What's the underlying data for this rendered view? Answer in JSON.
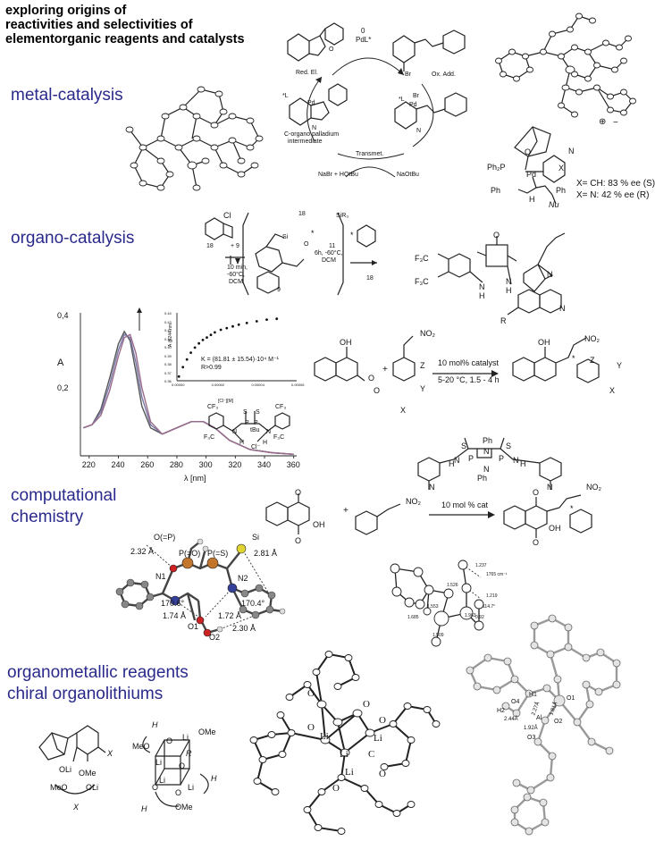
{
  "title": {
    "line1": "exploring origins of",
    "line2": "reactivities and selectivities of",
    "line3": "elementorganic reagents and catalysts"
  },
  "sections": {
    "metal": "metal-catalysis",
    "organo": "organo-catalysis",
    "comp_line1": "computational",
    "comp_line2": "chemistry",
    "orgmet_line1": "organometallic  reagents",
    "orgmet_line2": "chiral organolithiums"
  },
  "metal_cycle": {
    "pd0": "0",
    "pdl": "PdL*",
    "red_el": "Red. El.",
    "ox_add": "Ox. Add.",
    "transmet": "Transmet.",
    "intermediate_1": "C-organo palladium",
    "intermediate_2": "intermediate",
    "byproduct": "NaBr + HOtBu",
    "reagent": "NaOtBu",
    "ii_left": "*L",
    "ii_right": "*L",
    "pd": "Pd",
    "br": "Br",
    "n": "N",
    "o": "O"
  },
  "metal_ligand": {
    "ph2p": "Ph₂P",
    "pd": "Pd",
    "ph_left": "Ph",
    "ph_right": "Ph",
    "nu": "Nu",
    "h": "H",
    "x": "X",
    "o": "O",
    "n": "N",
    "result1": "X= CH: 83 % ee (S)",
    "result2": "X= N:   42 % ee (R)",
    "plus": "⊕",
    "minus": "−"
  },
  "organo_scheme": {
    "cl": "Cl",
    "cmpd_18": "18",
    "plus9": "+ 9",
    "cond1": "10 min,",
    "cond2": "-60°C,",
    "cond3": "DCM",
    "cmpd_9": "9",
    "cmpd_11": "11",
    "cond4": "6h, -60°C,",
    "cond5": "DCM",
    "sir3": "SiR₃",
    "star": "*",
    "o": "O",
    "si": "Si"
  },
  "squaramide": {
    "f3c_top": "F₃C",
    "f3c_bot": "F₃C",
    "nh_left": "N",
    "nh_left_h": "H",
    "nh_right": "N",
    "nh_right_h": "H",
    "n_quin": "N",
    "n_bicyc": "N",
    "r": "R",
    "o": "O"
  },
  "spectrum_chart": {
    "y_ticks": [
      "0,4",
      "0,2"
    ],
    "y_label": "A",
    "x_ticks": [
      "220",
      "240",
      "260",
      "280",
      "300",
      "320",
      "340",
      "360"
    ],
    "x_label": "λ [nm]",
    "inset_y_label": "A @244 nm",
    "inset_y_ticks": [
      "0.44",
      "0.43",
      "0.42",
      "0.41",
      "0.40",
      "0.39",
      "0.38",
      "0.37",
      "0.36"
    ],
    "inset_x_ticks": [
      "0.00000",
      "0.00002",
      "0.00004",
      "0.00006"
    ],
    "inset_x_label": "[Cl⁻][M]",
    "fit_equation": "K = (81.81 ± 15.54)·10⁴ M⁻¹",
    "r_value": "R>0.99"
  },
  "chart_data": {
    "type": "line",
    "x_range": [
      214,
      362
    ],
    "y_range": [
      0,
      0.46
    ],
    "xlabel": "λ [nm]",
    "ylabel": "A",
    "series": [
      {
        "values": [
          [
            216,
            0.09
          ],
          [
            222,
            0.1
          ],
          [
            228,
            0.15
          ],
          [
            234,
            0.25
          ],
          [
            240,
            0.36
          ],
          [
            244,
            0.4
          ],
          [
            248,
            0.37
          ],
          [
            252,
            0.27
          ],
          [
            256,
            0.16
          ],
          [
            262,
            0.09
          ],
          [
            270,
            0.07
          ],
          [
            280,
            0.09
          ],
          [
            290,
            0.11
          ],
          [
            298,
            0.11
          ],
          [
            306,
            0.09
          ],
          [
            316,
            0.05
          ],
          [
            330,
            0.02
          ],
          [
            345,
            0.01
          ],
          [
            360,
            0.005
          ]
        ]
      },
      {
        "values": [
          [
            216,
            0.09
          ],
          [
            222,
            0.1
          ],
          [
            228,
            0.14
          ],
          [
            234,
            0.23
          ],
          [
            240,
            0.34
          ],
          [
            244,
            0.39
          ],
          [
            248,
            0.38
          ],
          [
            252,
            0.3
          ],
          [
            256,
            0.19
          ],
          [
            262,
            0.1
          ],
          [
            270,
            0.07
          ],
          [
            280,
            0.09
          ],
          [
            290,
            0.11
          ],
          [
            298,
            0.11
          ],
          [
            306,
            0.09
          ],
          [
            316,
            0.05
          ],
          [
            330,
            0.02
          ],
          [
            345,
            0.01
          ],
          [
            360,
            0.005
          ]
        ]
      },
      {
        "values": [
          [
            216,
            0.09
          ],
          [
            222,
            0.1
          ],
          [
            228,
            0.13
          ],
          [
            234,
            0.21
          ],
          [
            240,
            0.32
          ],
          [
            244,
            0.38
          ],
          [
            248,
            0.39
          ],
          [
            252,
            0.33
          ],
          [
            256,
            0.22
          ],
          [
            262,
            0.11
          ],
          [
            270,
            0.07
          ],
          [
            280,
            0.09
          ],
          [
            290,
            0.11
          ],
          [
            298,
            0.11
          ],
          [
            306,
            0.09
          ],
          [
            316,
            0.05
          ],
          [
            330,
            0.02
          ],
          [
            345,
            0.01
          ],
          [
            360,
            0.005
          ]
        ]
      }
    ]
  },
  "inset_data": {
    "type": "scatter",
    "x_range": [
      0,
      6e-05
    ],
    "y_range": [
      0.36,
      0.44
    ],
    "points": [
      [
        1e-06,
        0.365
      ],
      [
        3e-06,
        0.376
      ],
      [
        5e-06,
        0.385
      ],
      [
        7e-06,
        0.393
      ],
      [
        9e-06,
        0.399
      ],
      [
        1.1e-05,
        0.404
      ],
      [
        1.3e-05,
        0.408
      ],
      [
        1.5e-05,
        0.411
      ],
      [
        1.7e-05,
        0.414
      ],
      [
        1.9e-05,
        0.417
      ],
      [
        2.2e-05,
        0.42
      ],
      [
        2.5e-05,
        0.422
      ],
      [
        2.8e-05,
        0.424
      ],
      [
        3.1e-05,
        0.426
      ],
      [
        3.5e-05,
        0.428
      ],
      [
        4e-05,
        0.43
      ],
      [
        4.5e-05,
        0.432
      ],
      [
        5e-05,
        0.433
      ]
    ]
  },
  "thiophos": {
    "cf3": "CF₃",
    "f3c": "F₃C",
    "p": "P",
    "s": "S",
    "n": "N",
    "h": "H",
    "tbu": "tBu",
    "cl": "Cl⁻"
  },
  "michael_reaction": {
    "oh": "OH",
    "no2": "NO₂",
    "plus": "+",
    "o1": "O",
    "o2": "O",
    "z": "Z",
    "y": "Y",
    "x": "X",
    "cond1": "10 mol% catalyst",
    "cond2": "5-20 °C, 1.5 - 4 h",
    "prod_oh": "OH",
    "prod_no2": "NO₂",
    "prod_z": "Z",
    "prod_y": "Y",
    "prod_x": "X",
    "star": "*"
  },
  "bisthiophos": {
    "ph_top": "Ph",
    "ph_bot": "Ph",
    "s1": "S",
    "s2": "S",
    "p1": "P",
    "p2": "P",
    "n1": "N",
    "n2": "N",
    "nh_l": "N",
    "nh_r": "N",
    "h_l": "H",
    "h_r": "H",
    "nme_l": "N",
    "nme_r": "N"
  },
  "naphtho_reaction": {
    "o_top": "O",
    "o_bot": "O",
    "oh": "OH",
    "plus": "+",
    "no2": "NO₂",
    "cond": "10 mol % cat",
    "prod_o_top": "O",
    "prod_o_bot": "O",
    "prod_oh": "OH",
    "prod_no2": "NO₂",
    "star": "*"
  },
  "comp_model": {
    "o_eq_p": "O(=P)",
    "p_eq_o": "P(=O)",
    "p_eq_s": "P(=S)",
    "si": "Si",
    "d1": "2.32 Å",
    "d2": "2.81 Å",
    "n1": "N1",
    "n2": "N2",
    "a1": "170.6°",
    "a2": "170.4°",
    "d3": "1.74 Å",
    "d4": "1.72 Å",
    "o1": "O1",
    "o2": "O2",
    "d5": "2.30 Å"
  },
  "ts_model": {
    "v1": "1.237",
    "v2": "1.526",
    "v3": "1.553",
    "v4": "1.685",
    "v5": "1.509",
    "v6": "1.963",
    "v7": "1.219",
    "v8": "0.92",
    "v9": "114.7°",
    "v10": "1765 cm⁻¹"
  },
  "lithium": {
    "oli": "OLi",
    "ome": "OMe",
    "x1": "X",
    "meo": "MeO",
    "oli2": "OLi",
    "x2": "X",
    "h1": "H",
    "meo2": "MeO",
    "li_a": "Li",
    "li_b": "Li",
    "li_c": "Li",
    "li_d": "Li",
    "o_a": "O",
    "o_b": "O",
    "o_c": "O",
    "o_d": "O",
    "r": "R",
    "ome2": "OMe",
    "ome3": "OMe",
    "h2": "H",
    "h3": "H"
  },
  "crystal_li": {
    "li1": "Li",
    "li2": "Li",
    "li3": "Li",
    "li4": "Li",
    "c": "C",
    "o1": "O",
    "o2": "O",
    "o3": "O",
    "o4": "O",
    "o5": "O",
    "o6": "O"
  },
  "crystal_al": {
    "h1": "H1",
    "h2": "H2",
    "o1": "O1",
    "o2": "O2",
    "o3": "O3",
    "o4": "O4",
    "al": "Al",
    "d1": "2.44Å",
    "d2": "2.27Å",
    "d3": "1.81Å",
    "d4": "1.92Å"
  }
}
